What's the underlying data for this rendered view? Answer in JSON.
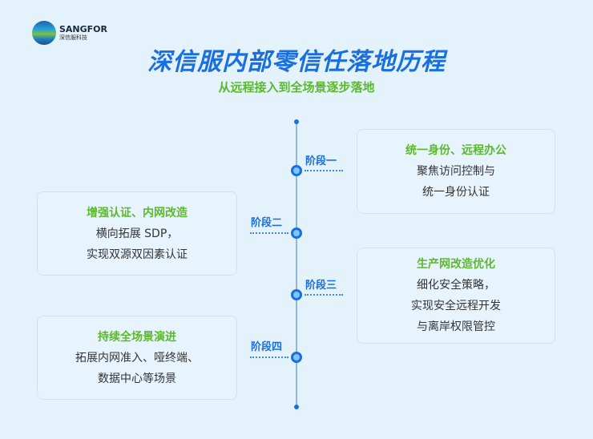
{
  "logo": {
    "name": "SANGFOR",
    "cn": "深信服科技"
  },
  "title": "深信服内部零信任落地历程",
  "subtitle": "从远程接入到全场景逐步落地",
  "stages": [
    {
      "label": "阶段一",
      "title": "统一身份、远程办公",
      "lines": [
        "聚焦访问控制与",
        "统一身份认证"
      ]
    },
    {
      "label": "阶段二",
      "title": "增强认证、内网改造",
      "lines": [
        "横向拓展 SDP，",
        "实现双源双因素认证"
      ]
    },
    {
      "label": "阶段三",
      "title": "生产网改造优化",
      "lines": [
        "细化安全策略，",
        "实现安全远程开发",
        "与离岸权限管控"
      ]
    },
    {
      "label": "阶段四",
      "title": "持续全场景演进",
      "lines": [
        "拓展内网准入、哑终端、",
        "数据中心等场景"
      ]
    }
  ]
}
